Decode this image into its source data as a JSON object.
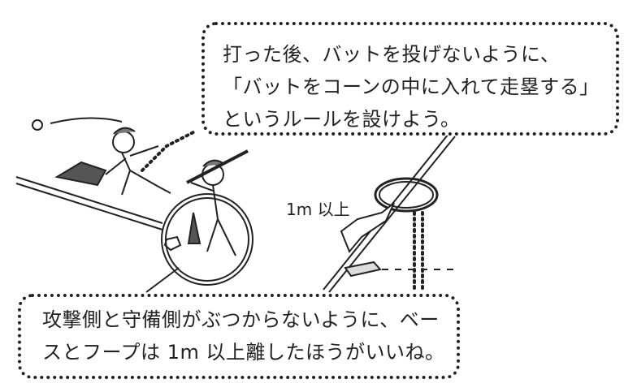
{
  "top_bubble": {
    "lines": [
      "打った後、バットを投げないように、",
      "「バットをコーンの中に入れて走塁する」",
      "というルールを設けよう。"
    ]
  },
  "distance_label": "1m 以上",
  "bottom_bubble": {
    "lines": [
      "攻撃側と守備側がぶつからないように、ベー",
      "スとフープは 1m 以上離したほうがいいね。"
    ]
  }
}
